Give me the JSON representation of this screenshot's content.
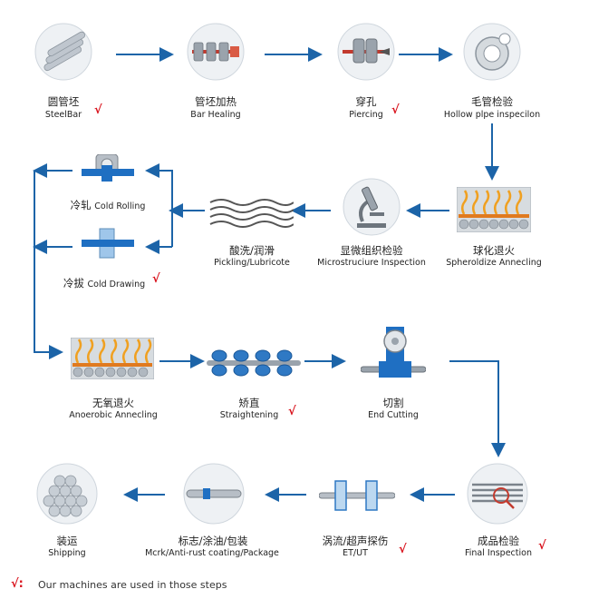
{
  "steps": {
    "steelbar": {
      "cn": "圆管坯",
      "en": "SteelBar",
      "checked": true
    },
    "heating": {
      "cn": "管坯加热",
      "en": "Bar Healing",
      "checked": false
    },
    "piercing": {
      "cn": "穿孔",
      "en": "Piercing",
      "checked": true
    },
    "hollow": {
      "cn": "毛管检验",
      "en": "Hollow plpe inspecilon",
      "checked": false
    },
    "cold_rolling": {
      "cn": "冷轧",
      "en": "Cold Rolling",
      "checked": false
    },
    "cold_drawing": {
      "cn": "冷拔",
      "en": "Cold Drawing",
      "checked": true
    },
    "pickling": {
      "cn": "酸洗/润滑",
      "en": "Pickling/Lubricote",
      "checked": false
    },
    "micro": {
      "cn": "显微组织检验",
      "en": "Microstruciure Inspection",
      "checked": false
    },
    "sphero": {
      "cn": "球化退火",
      "en": "Spheroldize Annecling",
      "checked": false
    },
    "anaerobic": {
      "cn": "无氧退火",
      "en": "Anoerobic Annecling",
      "checked": false
    },
    "straight": {
      "cn": "矫直",
      "en": "Straightening",
      "checked": true
    },
    "cutting": {
      "cn": "切割",
      "en": "End Cutting",
      "checked": false
    },
    "shipping": {
      "cn": "装运",
      "en": "Shipping",
      "checked": false
    },
    "mark": {
      "cn": "标志/涂油/包装",
      "en": "Mcrk/Anti-rust coating/Package",
      "checked": false
    },
    "et": {
      "cn": "涡流/超声探伤",
      "en": "ET/UT",
      "checked": true
    },
    "final": {
      "cn": "成品检验",
      "en": "Final Inspection",
      "checked": true
    }
  },
  "check_symbol": "√",
  "legend": {
    "mark": "√:",
    "text": "Our machines are used in those steps"
  },
  "colors": {
    "arrow": "#1c64a8",
    "accent_blue": "#1f6fc2",
    "flame": "#f0a020",
    "check": "#d9141e"
  }
}
